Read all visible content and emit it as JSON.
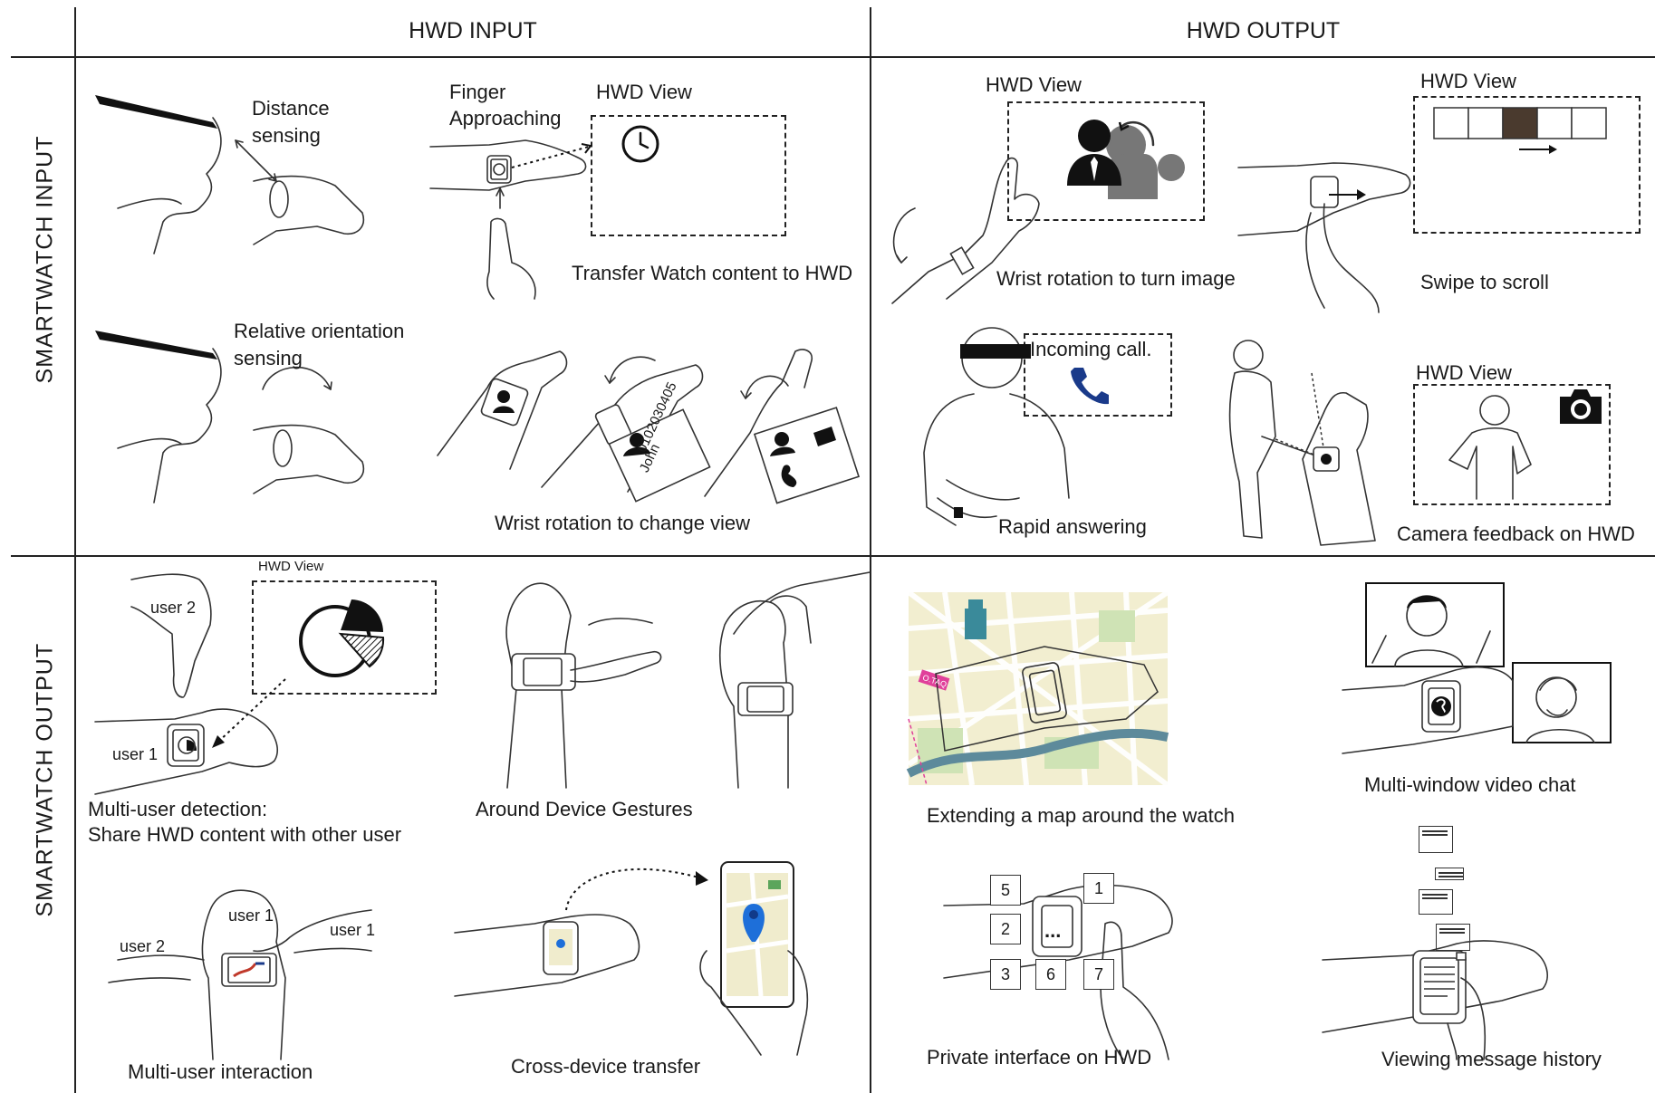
{
  "headers": {
    "col_input": "HWD INPUT",
    "col_output": "HWD OUTPUT",
    "row_input": "SMARTWATCH  INPUT",
    "row_output": "SMARTWATCH  OUTPUT"
  },
  "cells": {
    "distance": {
      "label_line1": "Distance",
      "label_line2": "sensing"
    },
    "finger": {
      "label_line1": "Finger",
      "label_line2": "Approaching",
      "view": "HWD View",
      "caption": "Transfer Watch content to HWD"
    },
    "orientation": {
      "label_line1": "Relative orientation",
      "label_line2": "sensing"
    },
    "wrist_view": {
      "card_name": "John",
      "card_number": "0102030405",
      "caption": "Wrist rotation to change view"
    },
    "wrist_image": {
      "view": "HWD View",
      "caption": "Wrist rotation to turn image"
    },
    "swipe": {
      "view": "HWD View",
      "caption": "Swipe to scroll"
    },
    "rapid": {
      "popup": "Incoming call.",
      "caption": "Rapid answering"
    },
    "camera": {
      "view": "HWD View",
      "caption": "Camera feedback on HWD"
    },
    "multiuser_detect": {
      "view": "HWD View",
      "user2": "user 2",
      "user1": "user 1",
      "caption_line1": "Multi-user detection:",
      "caption_line2": "Share HWD content with other user"
    },
    "around": {
      "caption": "Around Device Gestures"
    },
    "map": {
      "tag": "O.TAQ",
      "caption": "Extending a map around the watch"
    },
    "videochat": {
      "caption": "Multi-window video chat"
    },
    "multiuser_interact": {
      "user1_a": "user 1",
      "user1_b": "user 1",
      "user2": "user 2",
      "caption": "Multi-user interaction"
    },
    "transfer": {
      "caption": "Cross-device transfer"
    },
    "private": {
      "keys": [
        "5",
        "1",
        "2",
        "3",
        "6",
        "7"
      ],
      "center": "...",
      "caption": "Private interface on HWD"
    },
    "history": {
      "caption": "Viewing message history"
    }
  }
}
